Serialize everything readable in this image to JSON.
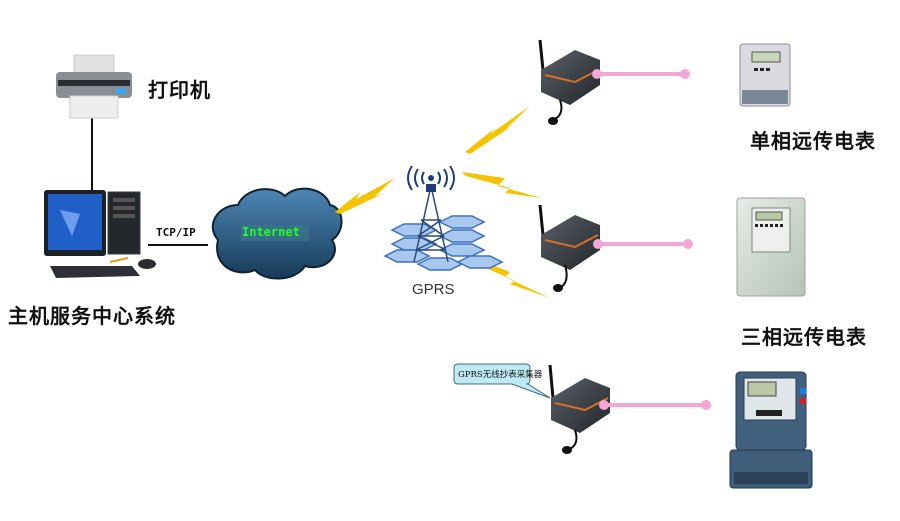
{
  "diagram": {
    "title": "GPRS remote meter reading system topology",
    "nodes": {
      "printer": {
        "label": "打印机",
        "icon": "printer-icon"
      },
      "host": {
        "label": "主机服务中心系统",
        "icon": "desktop-computer-icon"
      },
      "internet": {
        "label": "Internet",
        "icon": "cloud-icon"
      },
      "gprs": {
        "label": "GPRS",
        "icon": "cell-tower-icon"
      },
      "collectors": [
        {
          "icon": "gprs-modem-icon"
        },
        {
          "icon": "gprs-modem-icon"
        },
        {
          "icon": "gprs-modem-icon",
          "callout": "GPRS无线抄表采集器"
        }
      ],
      "meters": [
        {
          "label": "单相远传电表",
          "icon": "single-phase-meter-icon"
        },
        {
          "label": "三相远传电表",
          "icon": "three-phase-meter-icon"
        },
        {
          "label": "",
          "icon": "three-phase-meter-blue-icon"
        }
      ]
    },
    "links": {
      "host_internet": {
        "label": "TCP/IP"
      },
      "printer_host": {
        "label": ""
      }
    },
    "colors": {
      "wireless_bolt": "#f5c400",
      "rs485_cable": "#f4a6d7",
      "cloud": "#2f5f86",
      "internet_text": "#22ff22",
      "tower_hex": "#9fc3ec",
      "callout_fill": "#bfeaf5"
    }
  }
}
